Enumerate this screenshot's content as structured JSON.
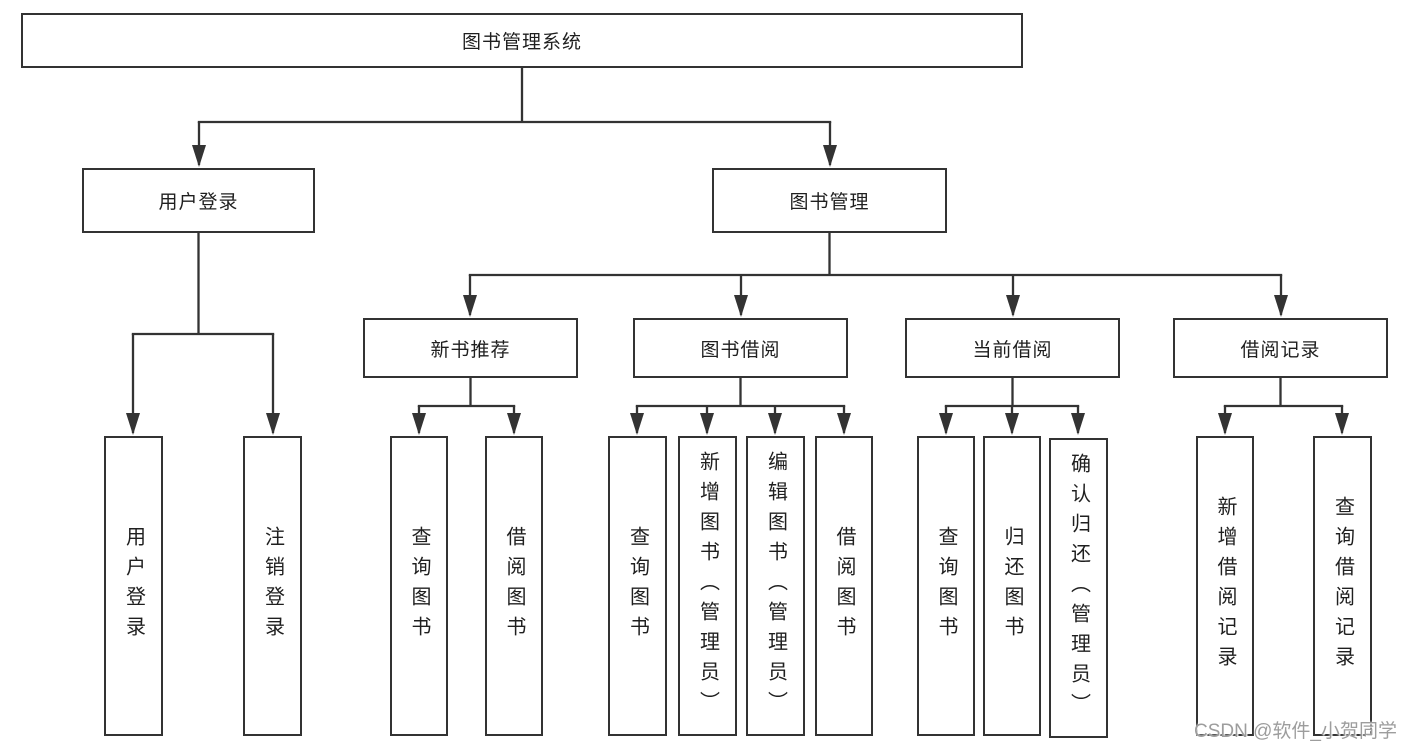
{
  "diagram": {
    "watermark": "CSDN @软件_小贺同学",
    "colors": {
      "line": "#333333",
      "box_border": "#333333",
      "box_fill": "#ffffff",
      "text": "#1f1f1f",
      "watermark": "#9d9d9d",
      "background": "#ffffff"
    },
    "tree": {
      "label": "图书管理系统",
      "children": [
        {
          "label": "用户登录",
          "children": [
            {
              "label": "用户登录"
            },
            {
              "label": "注销登录"
            }
          ]
        },
        {
          "label": "图书管理",
          "children": [
            {
              "label": "新书推荐",
              "children": [
                {
                  "label": "查询图书"
                },
                {
                  "label": "借阅图书"
                }
              ]
            },
            {
              "label": "图书借阅",
              "children": [
                {
                  "label": "查询图书"
                },
                {
                  "label": "新增图书（管理员）"
                },
                {
                  "label": "编辑图书（管理员）"
                },
                {
                  "label": "借阅图书"
                }
              ]
            },
            {
              "label": "当前借阅",
              "children": [
                {
                  "label": "查询图书"
                },
                {
                  "label": "归还图书"
                },
                {
                  "label": "确认归还（管理员）"
                }
              ]
            },
            {
              "label": "借阅记录",
              "children": [
                {
                  "label": "新增借阅记录"
                },
                {
                  "label": "查询借阅记录"
                }
              ]
            }
          ]
        }
      ]
    }
  }
}
